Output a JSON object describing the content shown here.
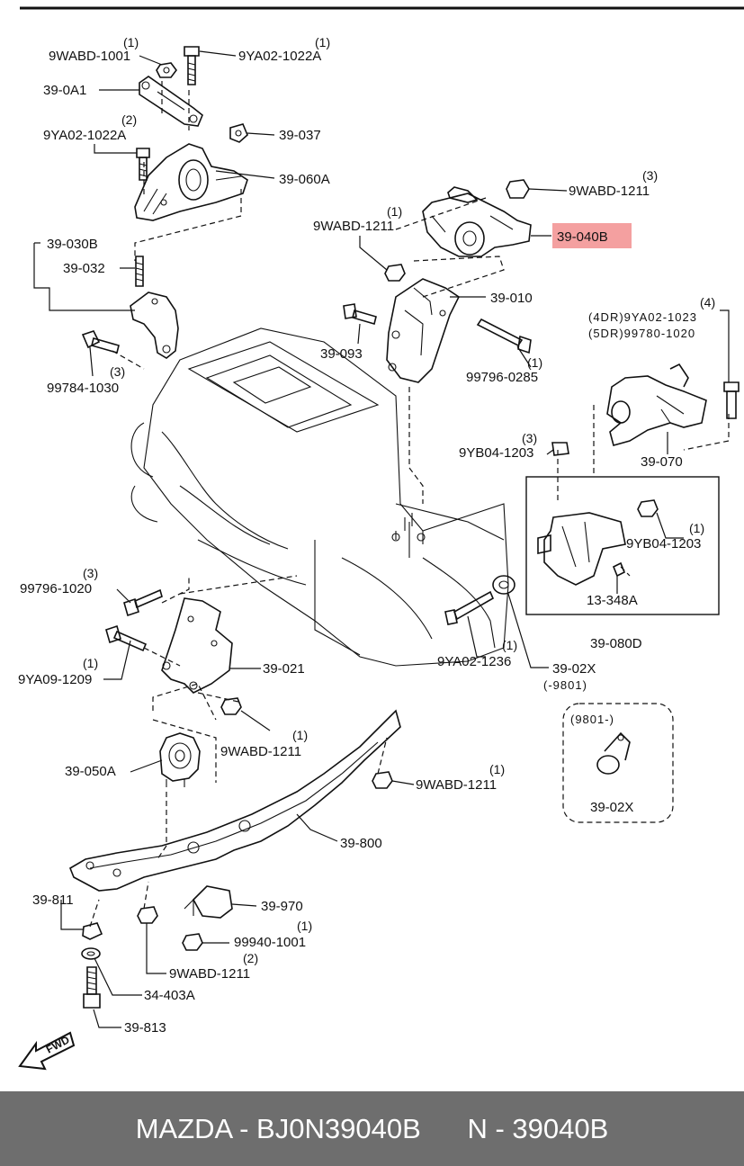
{
  "footer": {
    "brand": "MAZDA - BJ0N39040B",
    "part": "N - 39040B"
  },
  "callouts": [
    {
      "id": "c1",
      "label": "9WABD-1001",
      "qty": "(1)"
    },
    {
      "id": "c2",
      "label": "9YA02-1022A",
      "qty": "(1)"
    },
    {
      "id": "c3",
      "label": "39-0A1",
      "qty": ""
    },
    {
      "id": "c4",
      "label": "9YA02-1022A",
      "qty": "(2)"
    },
    {
      "id": "c5",
      "label": "39-037",
      "qty": ""
    },
    {
      "id": "c6",
      "label": "39-060A",
      "qty": ""
    },
    {
      "id": "c7",
      "label": "9WABD-1211",
      "qty": "(3)"
    },
    {
      "id": "c8",
      "label": "9WABD-1211",
      "qty": "(1)"
    },
    {
      "id": "c9",
      "label": "39-040B",
      "qty": ""
    },
    {
      "id": "c10",
      "label": "39-030B",
      "qty": ""
    },
    {
      "id": "c11",
      "label": "39-032",
      "qty": ""
    },
    {
      "id": "c12",
      "label": "39-010",
      "qty": ""
    },
    {
      "id": "c13",
      "label": "39-093",
      "qty": ""
    },
    {
      "id": "c14",
      "label": "99796-0285",
      "qty": "(1)"
    },
    {
      "id": "c15",
      "label": "99784-1030",
      "qty": "(3)"
    },
    {
      "id": "c16",
      "label": "(4DR)9YA02-1023",
      "qty": "(4)"
    },
    {
      "id": "c17",
      "label": "(5DR)99780-1020",
      "qty": ""
    },
    {
      "id": "c18",
      "label": "39-070",
      "qty": ""
    },
    {
      "id": "c19",
      "label": "9YB04-1203",
      "qty": "(3)"
    },
    {
      "id": "c20",
      "label": "9YB04-1203",
      "qty": "(1)"
    },
    {
      "id": "c21",
      "label": "13-348A",
      "qty": ""
    },
    {
      "id": "c22",
      "label": "39-080D",
      "qty": ""
    },
    {
      "id": "c23",
      "label": "99796-1020",
      "qty": "(3)"
    },
    {
      "id": "c24",
      "label": "9YA09-1209",
      "qty": "(1)"
    },
    {
      "id": "c25",
      "label": "39-021",
      "qty": ""
    },
    {
      "id": "c26",
      "label": "9YA02-1236",
      "qty": "(1)"
    },
    {
      "id": "c27",
      "label": "39-02X",
      "qty": ""
    },
    {
      "id": "c28",
      "label": "(-9801)",
      "qty": ""
    },
    {
      "id": "c29",
      "label": "9WABD-1211",
      "qty": "(1)"
    },
    {
      "id": "c30",
      "label": "39-050A",
      "qty": ""
    },
    {
      "id": "c31",
      "label": "9WABD-1211",
      "qty": "(1)"
    },
    {
      "id": "c32",
      "label": "(9801-)",
      "qty": ""
    },
    {
      "id": "c33",
      "label": "39-02X",
      "qty": ""
    },
    {
      "id": "c34",
      "label": "39-800",
      "qty": ""
    },
    {
      "id": "c35",
      "label": "39-811",
      "qty": ""
    },
    {
      "id": "c36",
      "label": "39-970",
      "qty": ""
    },
    {
      "id": "c37",
      "label": "99940-1001",
      "qty": "(1)"
    },
    {
      "id": "c38",
      "label": "9WABD-1211",
      "qty": "(2)"
    },
    {
      "id": "c39",
      "label": "34-403A",
      "qty": ""
    },
    {
      "id": "c40",
      "label": "39-813",
      "qty": ""
    }
  ],
  "fwd_label": "FWD",
  "colors": {
    "highlight": "#f4a0a0",
    "footer_bg": "#6e6e6e",
    "footer_text": "#ffffff"
  }
}
